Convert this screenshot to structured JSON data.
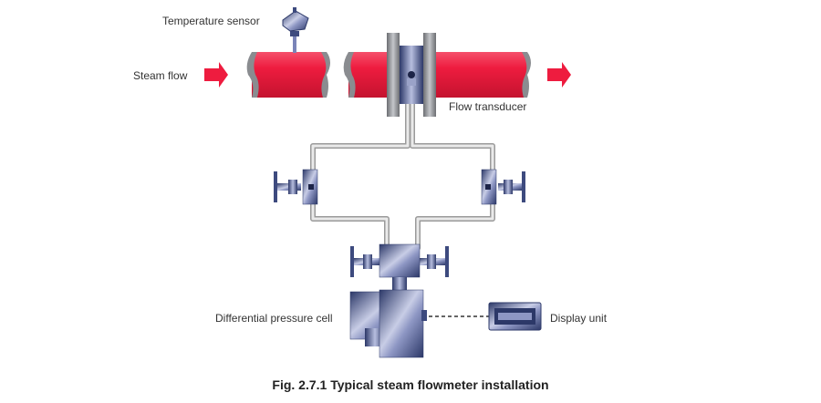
{
  "labels": {
    "temperature_sensor": "Temperature sensor",
    "steam_flow": "Steam flow",
    "flow_transducer": "Flow transducer",
    "differential_pressure_cell": "Differential pressure cell",
    "display_unit": "Display unit"
  },
  "caption": "Fig. 2.7.1 Typical steam flowmeter installation",
  "colors": {
    "pipe": "#ee1c3f",
    "pipe_shadow": "#b8102c",
    "arrow": "#ee1c3f",
    "metal": "#3d4a7e",
    "flange": "#8a8c90",
    "tubing": "#c8c8c8"
  },
  "icons": {
    "arrow": "right-arrow-icon",
    "sensor": "temperature-sensor-icon",
    "valve": "valve-icon",
    "display": "display-unit-icon"
  }
}
